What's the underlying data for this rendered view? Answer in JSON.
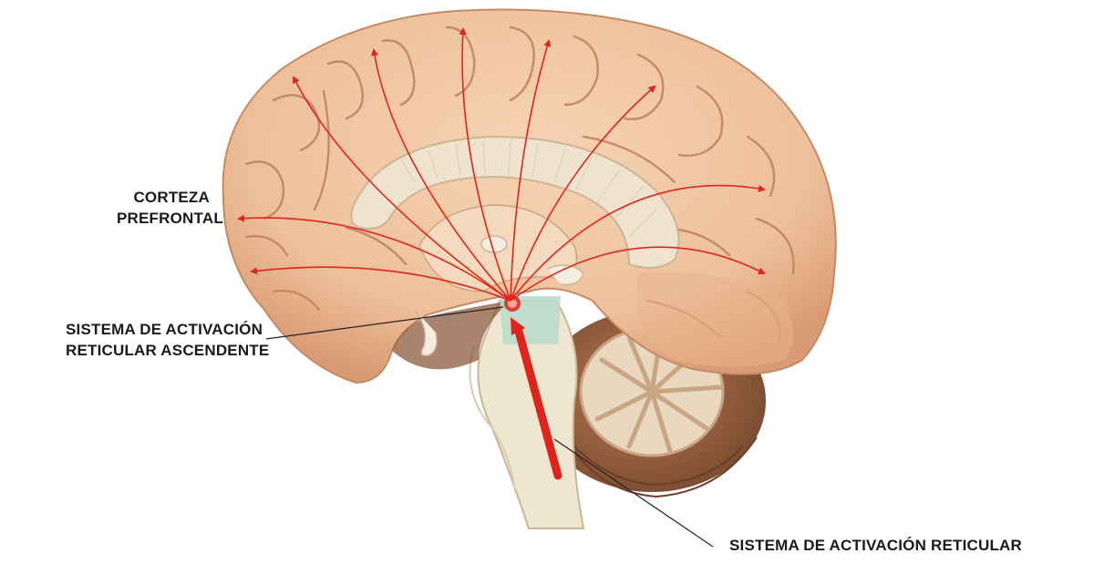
{
  "labels": {
    "prefrontal_cortex": [
      "CORTEZA",
      "PREFRONTAL"
    ],
    "ascending_reticular_activating_system": [
      "SISTEMA DE ACTIVACIÓN",
      "RETICULAR ASCENDENTE"
    ],
    "reticular_activating_system": "SISTEMA DE ACTIVACIÓN RETICULAR"
  },
  "colors": {
    "brain": "#f2c4a0",
    "brain_shadow": "#c98c6a",
    "brain_dark": "#8b5a3c",
    "corpus_callosum": "#efe3cf",
    "brainstem": "#efe6d2",
    "cerebellum": "#9a5d3e",
    "reticular_region": "#b8dccc",
    "arrow": "#e0241b"
  }
}
